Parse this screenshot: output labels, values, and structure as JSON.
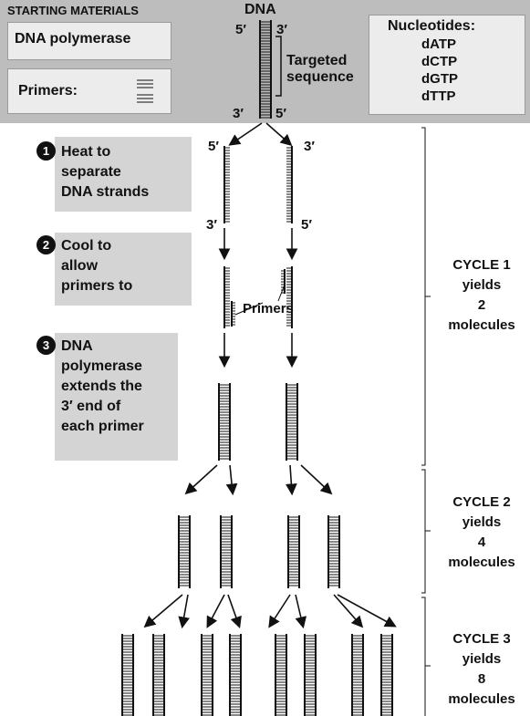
{
  "header": {
    "starting_materials": "STARTING MATERIALS",
    "dna_title": "DNA",
    "dna_polymerase": "DNA polymerase",
    "primers_label": "Primers:",
    "targeted": "Targeted",
    "sequence": "sequence",
    "nucleotides_title": "Nucleotides:",
    "nucleotides": [
      "dATP",
      "dCTP",
      "dGTP",
      "dTTP"
    ]
  },
  "ends": {
    "five_prime": "5′",
    "three_prime": "3′"
  },
  "steps": [
    {
      "num": "1",
      "lines": [
        "Heat to",
        "separate",
        "DNA strands"
      ]
    },
    {
      "num": "2",
      "lines": [
        "Cool to",
        "allow",
        "primers to"
      ]
    },
    {
      "num": "3",
      "lines": [
        "DNA",
        "polymerase",
        "extends the",
        "3′ end of",
        "each primer"
      ]
    }
  ],
  "primers_callout": "Primers",
  "cycles": [
    {
      "label": "CYCLE 1",
      "yields": "yields",
      "count": "2",
      "unit": "molecules"
    },
    {
      "label": "CYCLE 2",
      "yields": "yields",
      "count": "4",
      "unit": "molecules"
    },
    {
      "label": "CYCLE 3",
      "yields": "yields",
      "count": "8",
      "unit": "molecules"
    }
  ]
}
